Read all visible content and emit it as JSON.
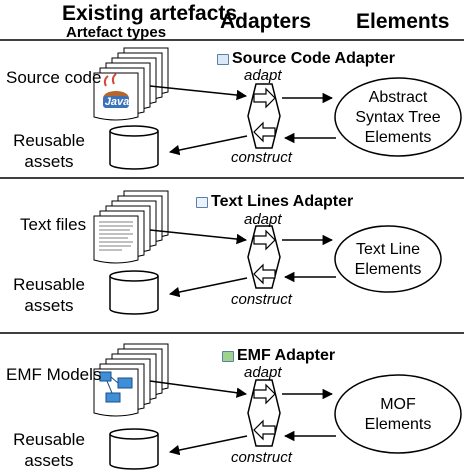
{
  "header": {
    "existing": "Existing artefacts",
    "types": "Artefact types",
    "adapters": "Adapters",
    "elements": "Elements"
  },
  "sections": [
    {
      "artefact": "Source code",
      "adapter": "Source Code Adapter",
      "adapt": "adapt",
      "construct": "construct",
      "element_lines": [
        "Abstract",
        "Syntax Tree",
        "Elements"
      ],
      "reusable_lines": [
        "Reusable",
        "assets"
      ],
      "doc_badge": "Java",
      "adapter_icon": "source-code-icon"
    },
    {
      "artefact": "Text files",
      "adapter": "Text Lines Adapter",
      "adapt": "adapt",
      "construct": "construct",
      "element_lines": [
        "Text Line",
        "Elements"
      ],
      "reusable_lines": [
        "Reusable",
        "assets"
      ],
      "adapter_icon": "text-file-icon"
    },
    {
      "artefact": "EMF Models",
      "adapter": "EMF Adapter",
      "adapt": "adapt",
      "construct": "construct",
      "element_lines": [
        "MOF",
        "Elements"
      ],
      "reusable_lines": [
        "Reusable",
        "assets"
      ],
      "adapter_icon": "emf-icon"
    }
  ]
}
